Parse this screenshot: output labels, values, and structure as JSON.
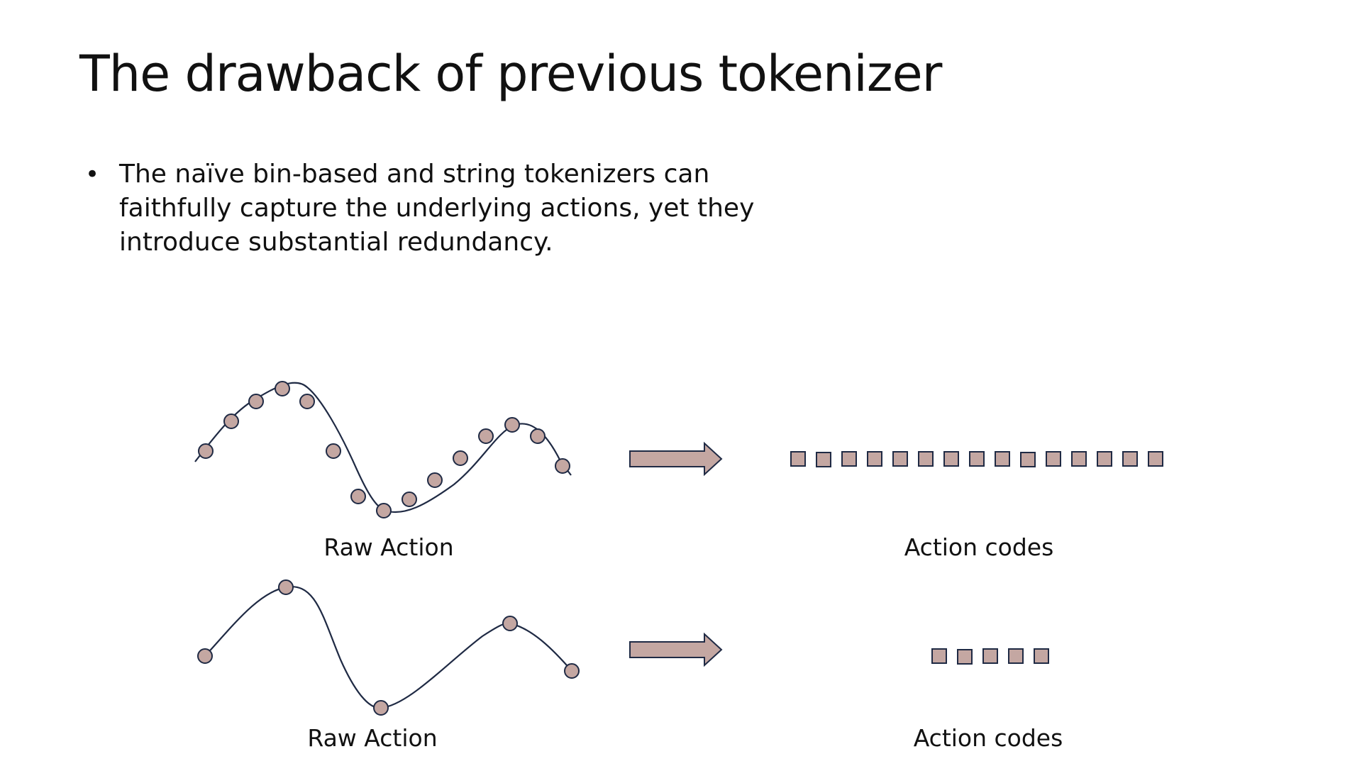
{
  "slide": {
    "title": "The drawback of previous tokenizer",
    "bullet": "The naïve bin-based and string tokenizers can faithfully capture the underlying actions, yet they introduce substantial redundancy."
  },
  "rows": [
    {
      "raw_label": "Raw Action",
      "codes_label": "Action codes",
      "raw_point_count": 15,
      "code_count": 15
    },
    {
      "raw_label": "Raw Action",
      "codes_label": "Action codes",
      "raw_point_count": 5,
      "code_count": 5
    }
  ],
  "colors": {
    "marker_fill": "#c4a7a2",
    "marker_stroke": "#1f2a44",
    "curve_stroke": "#1f2a44",
    "arrow_fill": "#c4a7a2",
    "arrow_stroke": "#1f2a44"
  }
}
